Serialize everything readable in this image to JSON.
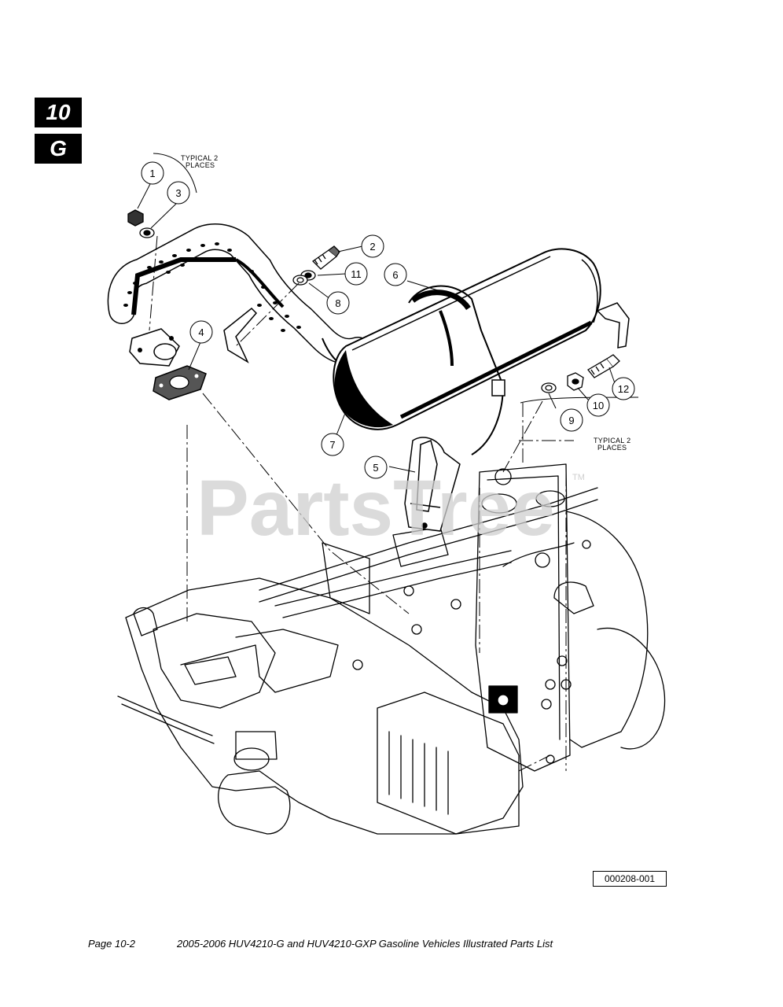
{
  "section_tab": {
    "chapter": "10",
    "letter": "G"
  },
  "callouts": [
    {
      "number": "1"
    },
    {
      "number": "2"
    },
    {
      "number": "3"
    },
    {
      "number": "4"
    },
    {
      "number": "5"
    },
    {
      "number": "6"
    },
    {
      "number": "7"
    },
    {
      "number": "8"
    },
    {
      "number": "9"
    },
    {
      "number": "10"
    },
    {
      "number": "11"
    },
    {
      "number": "12"
    }
  ],
  "notes": {
    "typical_left_line1": "TYPICAL 2",
    "typical_left_line2": "PLACES",
    "typical_right_line1": "TYPICAL 2",
    "typical_right_line2": "PLACES"
  },
  "watermark": {
    "text": "PartsTree",
    "tm": "TM"
  },
  "drawing_number": "000208-001",
  "footer": {
    "page": "Page 10-2",
    "title": "2005-2006 HUV4210-G and HUV4210-GXP Gasoline Vehicles Illustrated Parts List"
  }
}
